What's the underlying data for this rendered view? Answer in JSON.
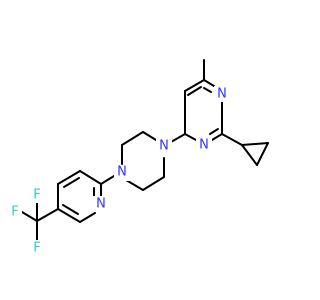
{
  "molecule": {
    "atom_labels": {
      "n_pyrimidine_1": "N",
      "n_pyrimidine_2": "N",
      "n_piperazine_1": "N",
      "n_piperazine_2": "N",
      "n_pyridine": "N",
      "f1": "F",
      "f2": "F",
      "f3": "F"
    },
    "colors": {
      "bond": "#000000",
      "nitrogen": "#3333ff",
      "fluorine": "#33cccc"
    }
  }
}
